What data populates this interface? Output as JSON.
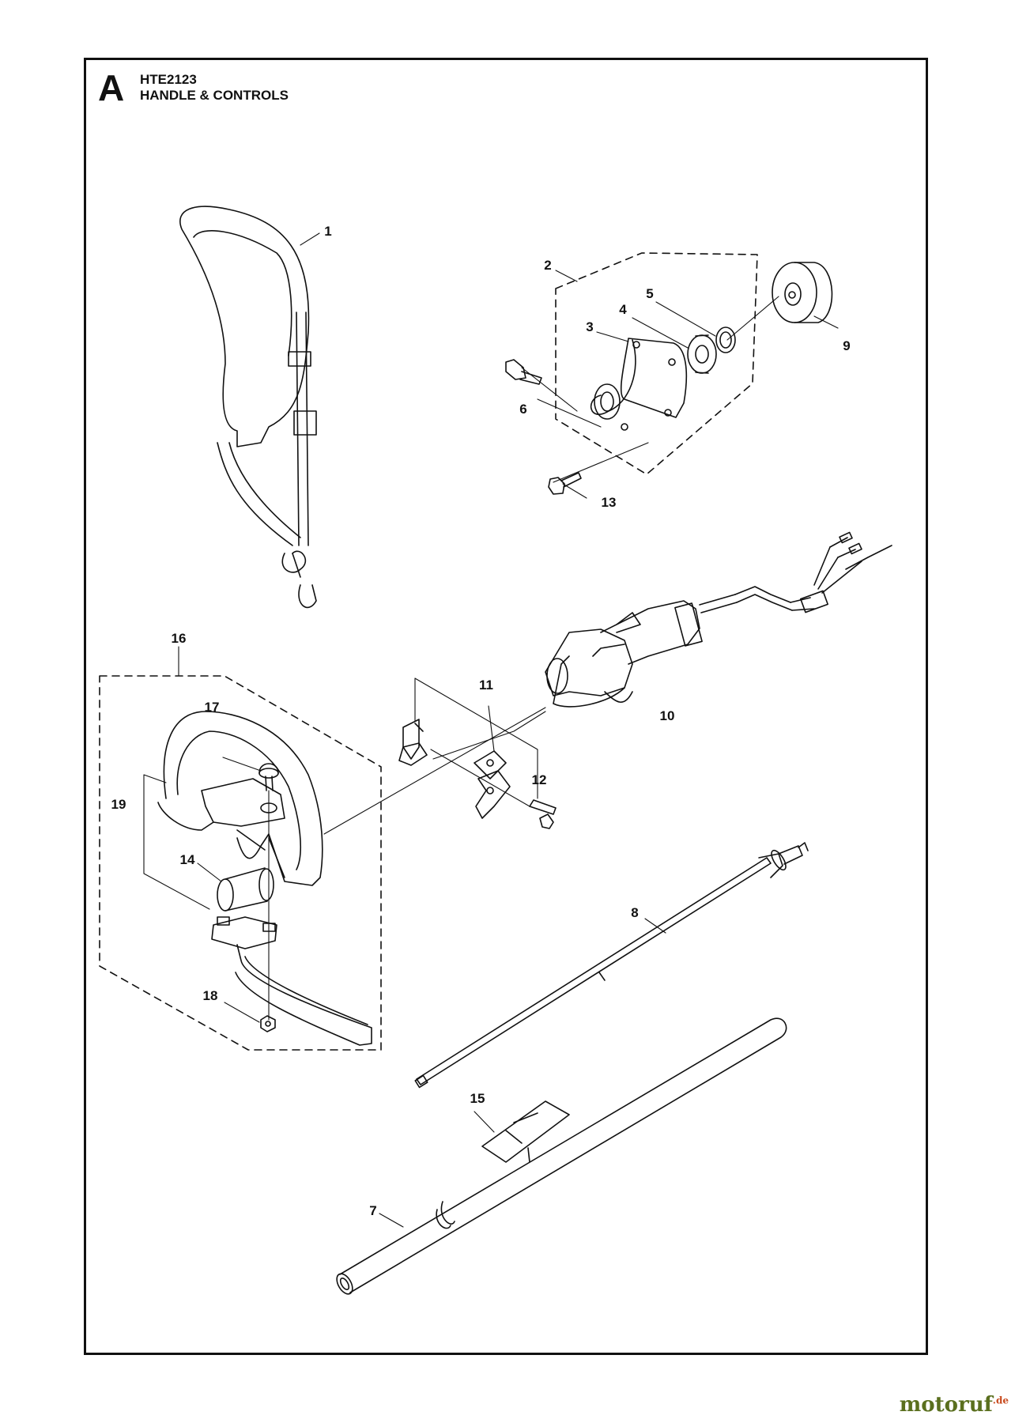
{
  "header": {
    "section_letter": "A",
    "model": "HTE2123",
    "title": "HANDLE & CONTROLS"
  },
  "callouts": {
    "c1": "1",
    "c2": "2",
    "c3": "3",
    "c4": "4",
    "c5": "5",
    "c6": "6",
    "c7": "7",
    "c8": "8",
    "c9": "9",
    "c10": "10",
    "c11": "11",
    "c12": "12",
    "c13": "13",
    "c14": "14",
    "c15": "15",
    "c16": "16",
    "c17": "17",
    "c18": "18",
    "c19": "19"
  },
  "watermark": {
    "brand": "motoruf",
    "suffix": ".de",
    "brand_color": "#5a6f1e",
    "suffix_color": "#c84a1e"
  },
  "colors": {
    "ink": "#111111",
    "paper": "#ffffff"
  }
}
